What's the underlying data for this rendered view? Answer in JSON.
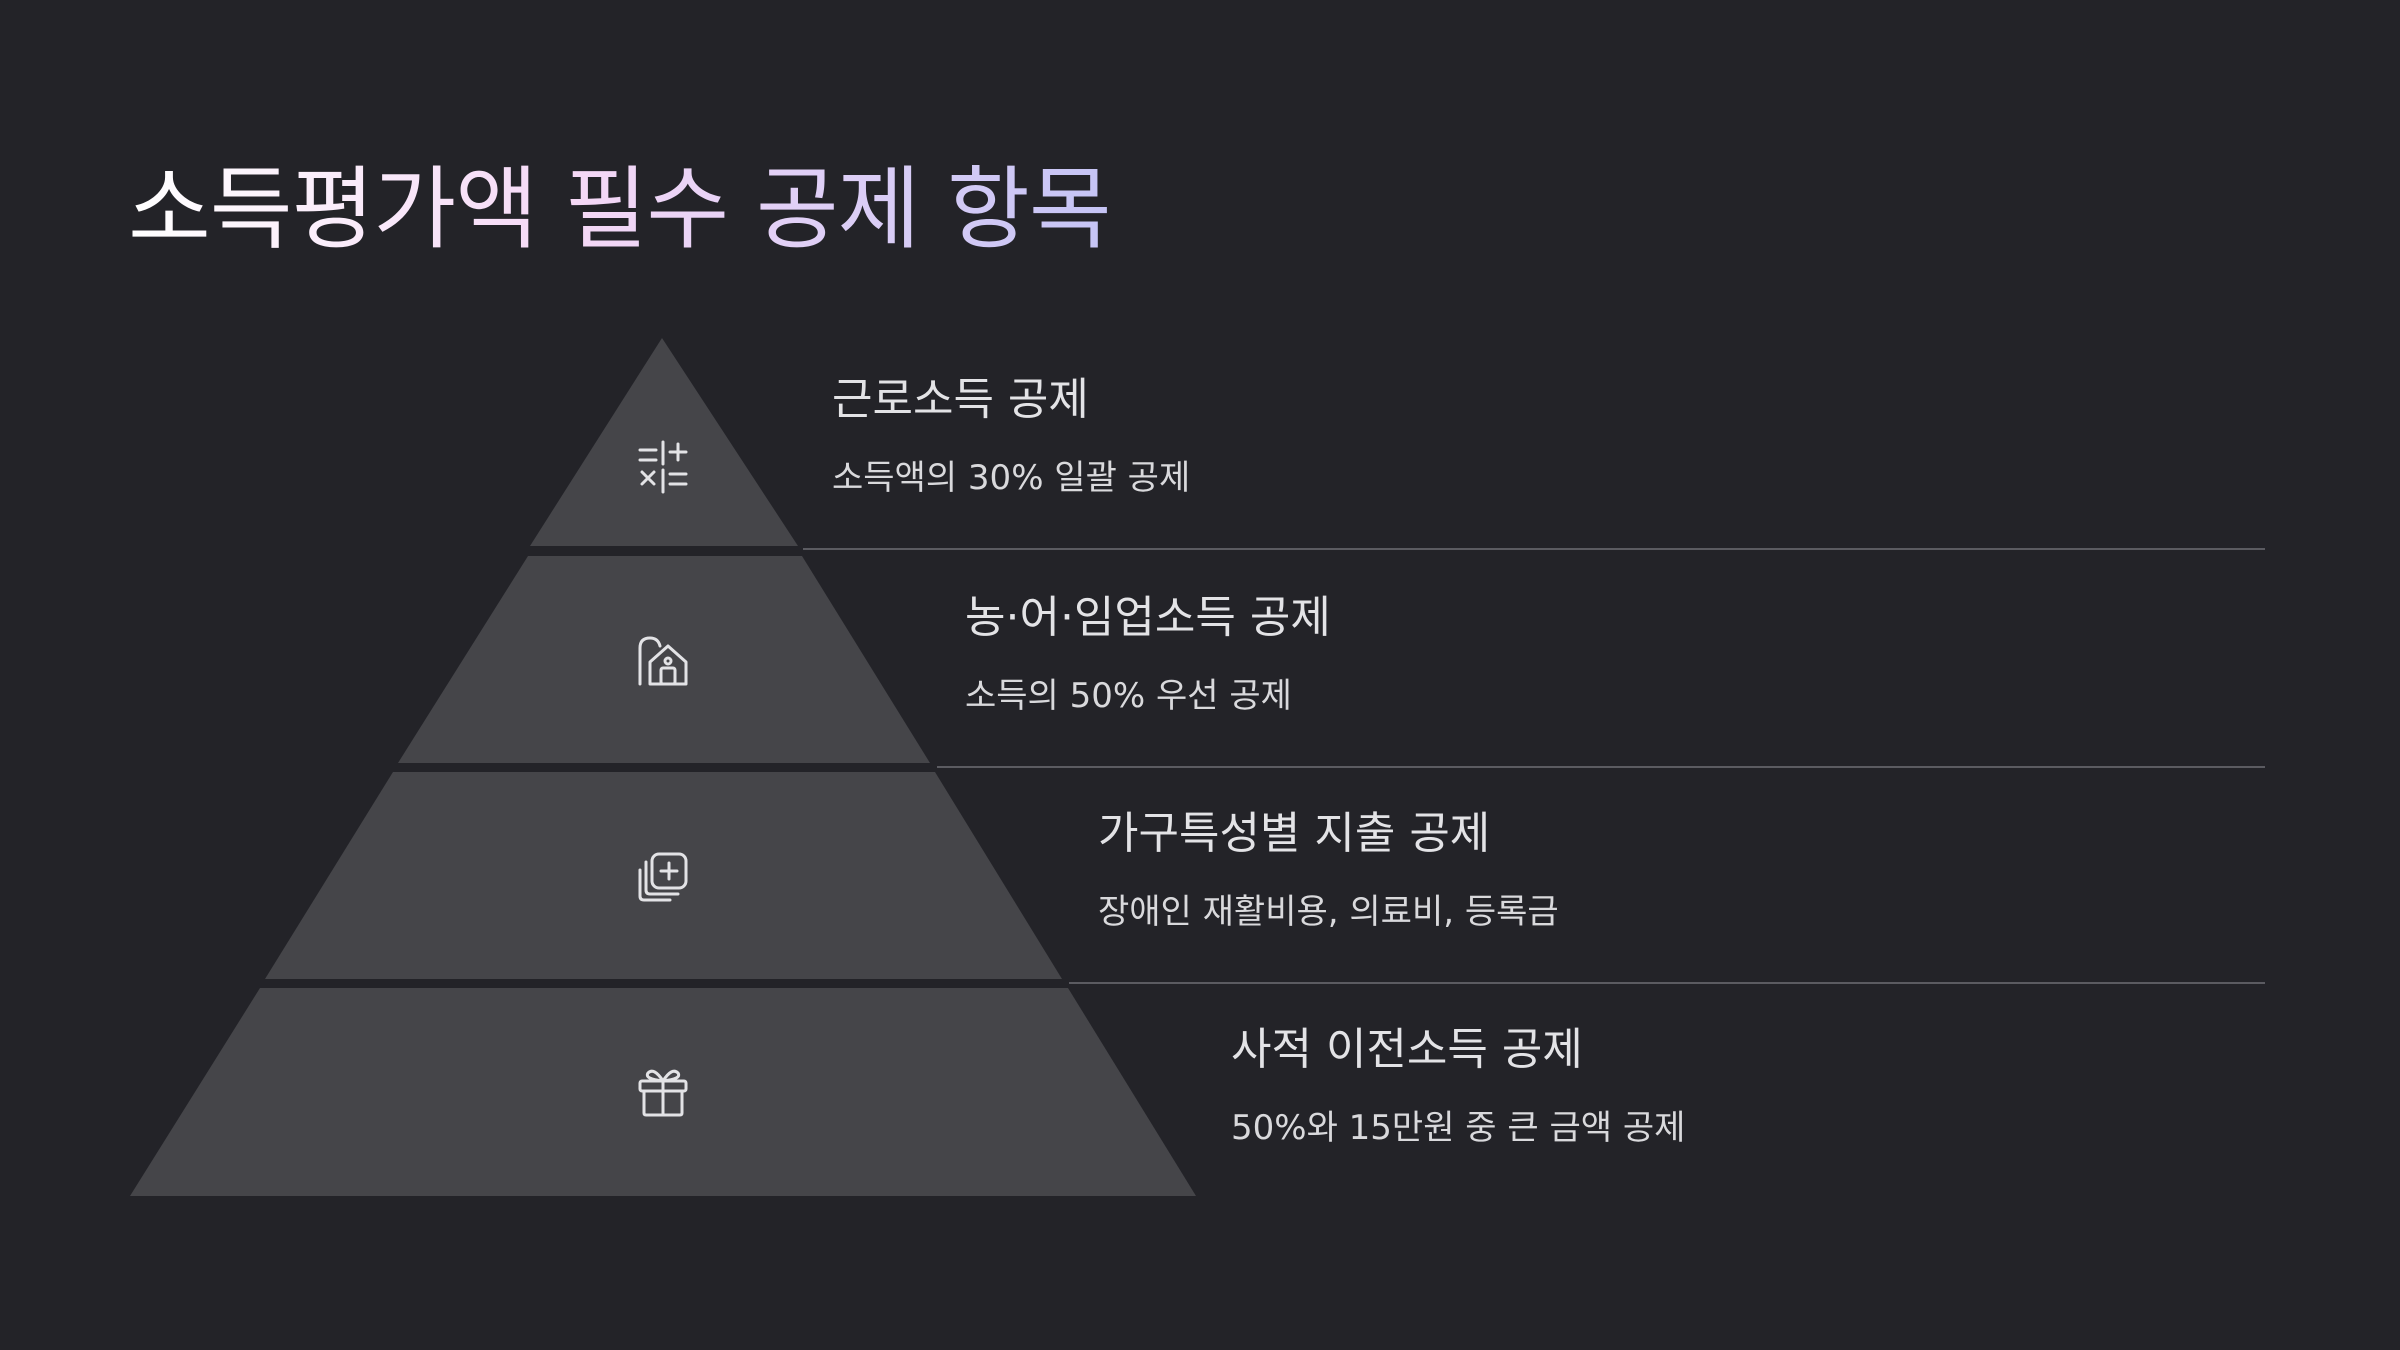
{
  "title": "소득평가액 필수 공제 항목",
  "colors": {
    "background": "#232328",
    "tier": "#454549",
    "divider": "#5b5b61",
    "text": "#e3e3e6"
  },
  "levels": [
    {
      "icon": "calculator-icon",
      "title": "근로소득 공제",
      "description": "소득액의 30% 일괄 공제"
    },
    {
      "icon": "farm-house-icon",
      "title": "농·어·임업소득 공제",
      "description": "소득의 50% 우선 공제"
    },
    {
      "icon": "medical-plus-icon",
      "title": "가구특성별 지출 공제",
      "description": "장애인 재활비용, 의료비, 등록금"
    },
    {
      "icon": "gift-icon",
      "title": "사적 이전소득 공제",
      "description": "50%와 15만원 중 큰 금액 공제"
    }
  ]
}
